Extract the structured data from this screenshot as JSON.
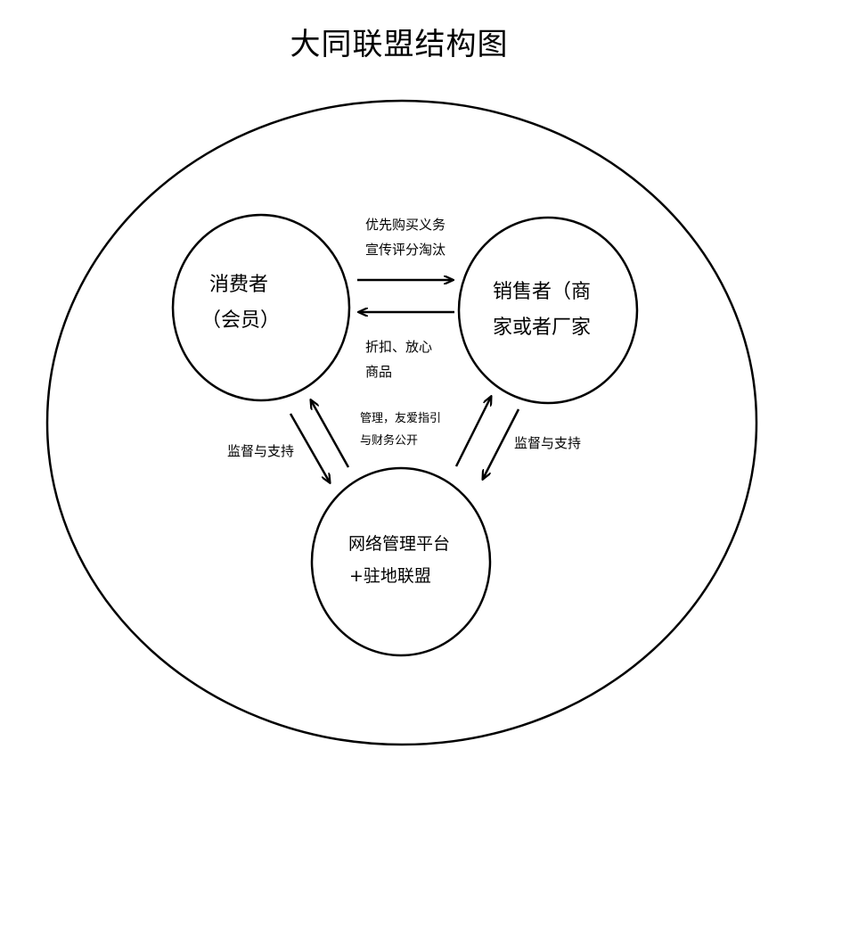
{
  "title": "大同联盟结构图",
  "nodes": {
    "consumer": {
      "line1": "消费者",
      "line2": "（会员）"
    },
    "seller": {
      "line1": "销售者（商",
      "line2": "家或者厂家"
    },
    "platform": {
      "line1": "网络管理平台",
      "line2": "+驻地联盟"
    }
  },
  "edges": {
    "consumer_to_seller": {
      "line1": "优先购买义务",
      "line2": "宣传评分淘汰"
    },
    "seller_to_consumer": {
      "line1": "折扣、放心",
      "line2": "商品"
    },
    "consumer_to_platform": {
      "label": "监督与支持"
    },
    "platform_to_consumer": {
      "line1": "管理，友爱指引",
      "line2": "与财务公开"
    },
    "seller_to_platform": {
      "label": "监督与支持"
    }
  }
}
